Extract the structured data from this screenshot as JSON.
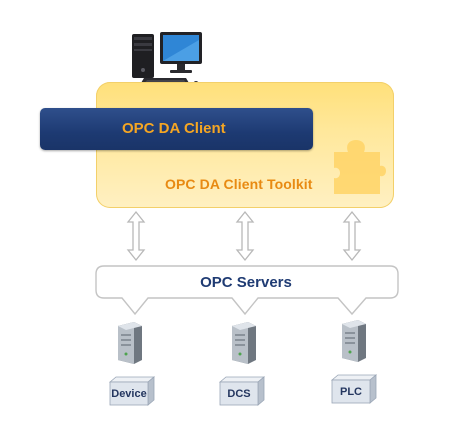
{
  "client": {
    "label": "OPC DA Client",
    "icon": "desktop-computer-icon"
  },
  "toolkit": {
    "label": "OPC DA Client Toolkit",
    "icon": "puzzle-piece-icon"
  },
  "servers": {
    "label": "OPC Servers"
  },
  "devices": [
    {
      "label": "Device",
      "icon": "server-tower-icon"
    },
    {
      "label": "DCS",
      "icon": "server-tower-icon"
    },
    {
      "label": "PLC",
      "icon": "server-tower-icon"
    }
  ],
  "colors": {
    "toolkit_fill": "#ffe89c",
    "toolkit_text": "#e88a12",
    "client_fill": "#1d3a72",
    "client_text": "#f5a623",
    "servers_text": "#1f3b73",
    "connector": "#b8b8b8"
  }
}
